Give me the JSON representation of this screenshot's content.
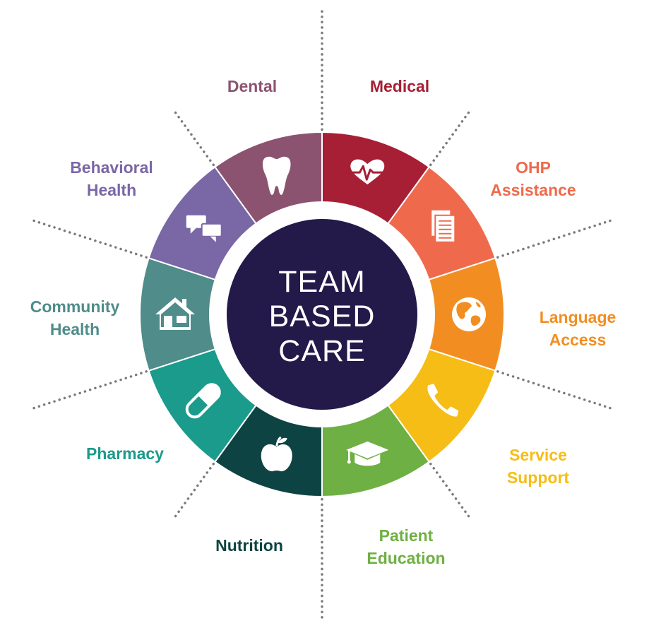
{
  "center": {
    "lines": [
      "TEAM",
      "BASED",
      "CARE"
    ],
    "fill": "#231a4a"
  },
  "segments": [
    {
      "id": "medical",
      "lines": [
        "Medical"
      ],
      "color": "#a71f35",
      "icon": "heartbeat-icon"
    },
    {
      "id": "ohp-assistance",
      "lines": [
        "OHP",
        "Assistance"
      ],
      "color": "#ef6a4c",
      "icon": "documents-icon"
    },
    {
      "id": "language-access",
      "lines": [
        "Language",
        "Access"
      ],
      "color": "#f28e21",
      "icon": "globe-icon"
    },
    {
      "id": "service-support",
      "lines": [
        "Service",
        "Support"
      ],
      "color": "#f6bd17",
      "icon": "phone-icon"
    },
    {
      "id": "patient-education",
      "lines": [
        "Patient",
        "Education"
      ],
      "color": "#6eb043",
      "icon": "graduation-cap-icon"
    },
    {
      "id": "nutrition",
      "lines": [
        "Nutrition"
      ],
      "color": "#0e4343",
      "icon": "apple-icon"
    },
    {
      "id": "pharmacy",
      "lines": [
        "Pharmacy"
      ],
      "color": "#1a9b8c",
      "icon": "pill-icon"
    },
    {
      "id": "community-health",
      "lines": [
        "Community",
        "Health"
      ],
      "color": "#4f8c8a",
      "icon": "house-icon"
    },
    {
      "id": "behavioral-health",
      "lines": [
        "Behavioral",
        "Health"
      ],
      "color": "#7a67a6",
      "icon": "chat-bubbles-icon"
    },
    {
      "id": "dental",
      "lines": [
        "Dental"
      ],
      "color": "#8c5370",
      "icon": "tooth-icon"
    }
  ],
  "divider_color": "#7a7a7a"
}
